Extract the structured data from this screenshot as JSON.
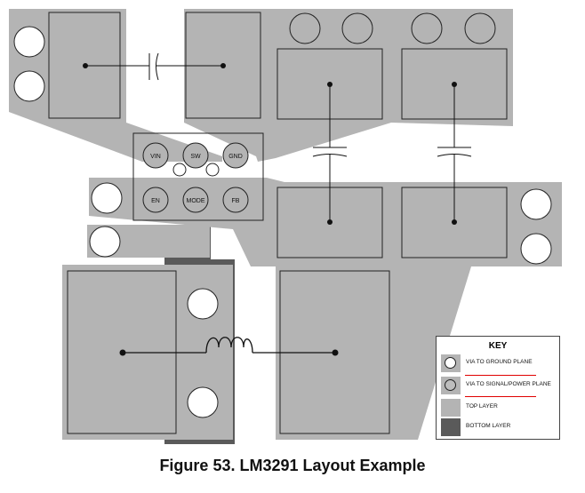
{
  "caption": "Figure 53.  LM3291 Layout Example",
  "pins": {
    "vin": "VIN",
    "sw": "SW",
    "gnd": "GND",
    "en": "EN",
    "mode": "MODE",
    "fb": "FB"
  },
  "key": {
    "title": "KEY",
    "via_ground": "VIA TO GROUND PLANE",
    "via_signal": "VIA TO SIGNAL/POWER PLANE",
    "top_layer": "TOP LAYER",
    "bottom_layer": "BOTTOM LAYER"
  },
  "colors": {
    "top_layer": "#b4b4b4",
    "bottom_layer": "#5a5a5a",
    "accent_underline": "#e00000"
  }
}
